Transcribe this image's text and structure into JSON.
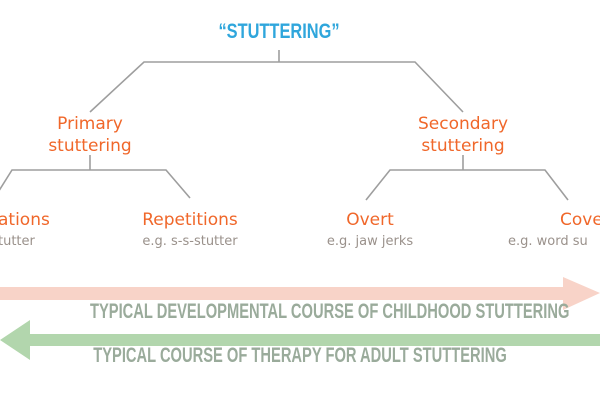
{
  "root": {
    "label": "“STUTTERING”",
    "color": "#2fa6dc"
  },
  "branches": [
    {
      "label_line1": "Primary",
      "label_line2": "stuttering",
      "children": [
        {
          "label": "ations",
          "example": "tutter"
        },
        {
          "label": "Repetitions",
          "example": "e.g. s-s-stutter"
        }
      ]
    },
    {
      "label_line1": "Secondary",
      "label_line2": "stuttering",
      "children": [
        {
          "label": "Overt",
          "example": "e.g. jaw jerks"
        },
        {
          "label": "Cove",
          "example": "e.g. word su"
        }
      ]
    }
  ],
  "arrows": {
    "childhood": {
      "label": "TYPICAL DEVELOPMENTAL COURSE OF CHILDHOOD STUTTERING",
      "direction": "right",
      "color": "#f8d3c8"
    },
    "adult": {
      "label": "TYPICAL COURSE OF THERAPY FOR ADULT STUTTERING",
      "direction": "left",
      "color": "#b2d6ad"
    }
  },
  "colors": {
    "branch_label": "#f0672a",
    "example": "#9a918b",
    "lines": "#9e9e9e",
    "caption": "#9aab9b"
  }
}
